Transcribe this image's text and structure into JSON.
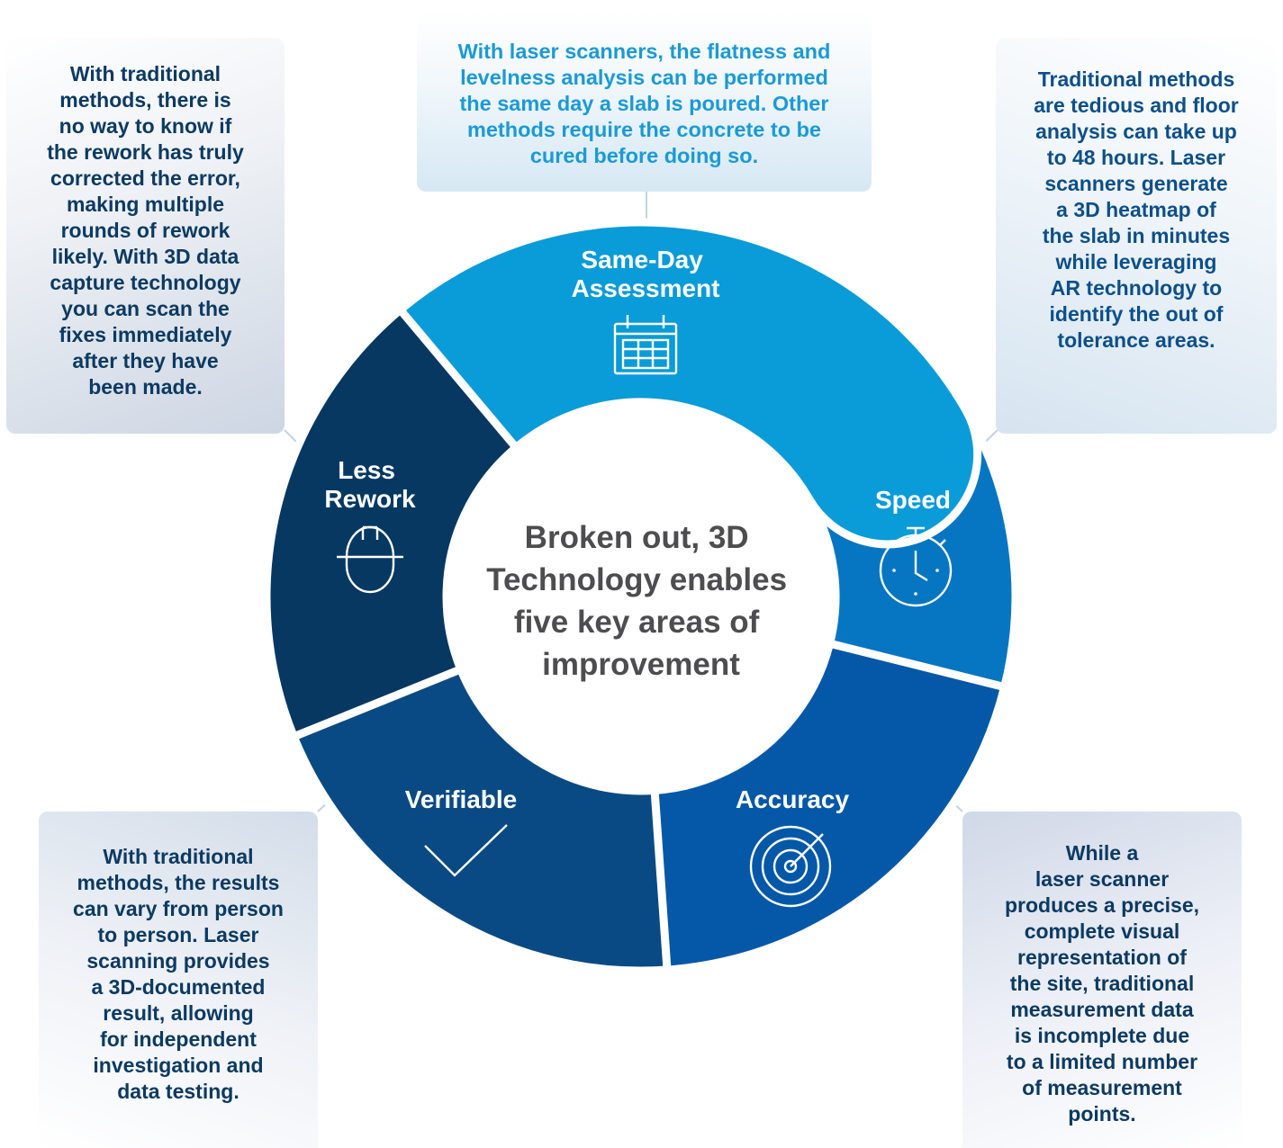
{
  "center_title": [
    "Broken out, 3D",
    "Technology enables",
    "five key areas of",
    "improvement"
  ],
  "segments": {
    "same_day": [
      "Same-Day",
      "Assessment"
    ],
    "speed": [
      "Speed"
    ],
    "accuracy": [
      "Accuracy"
    ],
    "verifiable": [
      "Verifiable"
    ],
    "less_rework": [
      "Less",
      "Rework"
    ]
  },
  "callouts": {
    "top": [
      "With laser scanners, the flatness and",
      "levelness analysis can be performed",
      "the same day a slab is poured. Other",
      "methods require the concrete to be",
      "cured before doing so."
    ],
    "left": [
      "With traditional",
      "methods, there is",
      "no way to know if",
      "the rework has truly",
      "corrected the error,",
      "making multiple",
      "rounds of rework",
      "likely. With 3D data",
      "capture technology",
      "you can scan the",
      "fixes immediately",
      "after they have",
      "been made."
    ],
    "right": [
      "Traditional methods",
      "are tedious and floor",
      "analysis can take up",
      "to 48 hours. Laser",
      "scanners generate",
      "a 3D heatmap of",
      "the slab in minutes",
      "while leveraging",
      "AR technology to",
      "identify the out of",
      "tolerance areas."
    ],
    "bottom_left": [
      "With traditional",
      "methods, the results",
      "can vary from person",
      "to person. Laser",
      "scanning provides",
      "a 3D-documented",
      "result, allowing",
      "for independent",
      "investigation and",
      "data testing."
    ],
    "bottom_right": [
      "While a",
      "laser scanner",
      "produces a precise,",
      "complete visual",
      "representation of",
      "the site, traditional",
      "measurement data",
      "is incomplete due",
      "to a limited number",
      "of measurement",
      "points."
    ]
  },
  "icons": {
    "same_day": "calendar-icon",
    "speed": "stopwatch-icon",
    "accuracy": "target-icon",
    "verifiable": "checkmark-icon",
    "less_rework": "hard-hat-icon"
  },
  "colors": {
    "same_day": "#0a9bd9",
    "speed": "#0676c2",
    "accuracy": "#0558a8",
    "verifiable": "#0a4a84",
    "less_rework": "#063862",
    "center_text": "#4d4d4f",
    "connector": "#c3d3e3"
  }
}
